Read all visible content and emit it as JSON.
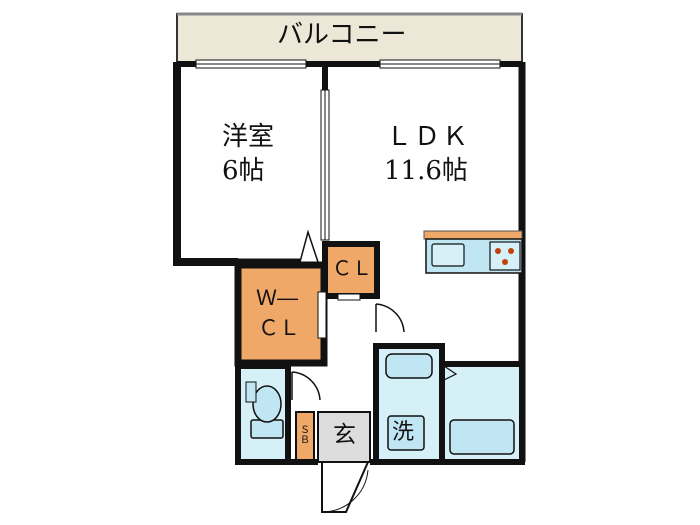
{
  "balcony": {
    "label": "バルコニー"
  },
  "rooms": {
    "western": {
      "name": "洋室",
      "size": "6帖"
    },
    "ldk": {
      "name": "ＬＤＫ",
      "size": "11.6帖"
    },
    "closet": {
      "label": "ＣＬ"
    },
    "walkin_closet": {
      "line1": "Ｗ―",
      "line2": "ＣＬ"
    },
    "shoe_box": {
      "label": "ＳＢ"
    },
    "entrance": {
      "label": "玄"
    },
    "laundry": {
      "label": "洗"
    }
  },
  "colors": {
    "wall": "#111111",
    "balcony_fill": "#ece7d6",
    "closet_fill": "#f0a868",
    "kitchen_counter": "#f0a868",
    "fixture_fill": "#bfe6f2",
    "bath_fill": "#d6f0f8",
    "entrance_fill": "#dddddd"
  }
}
